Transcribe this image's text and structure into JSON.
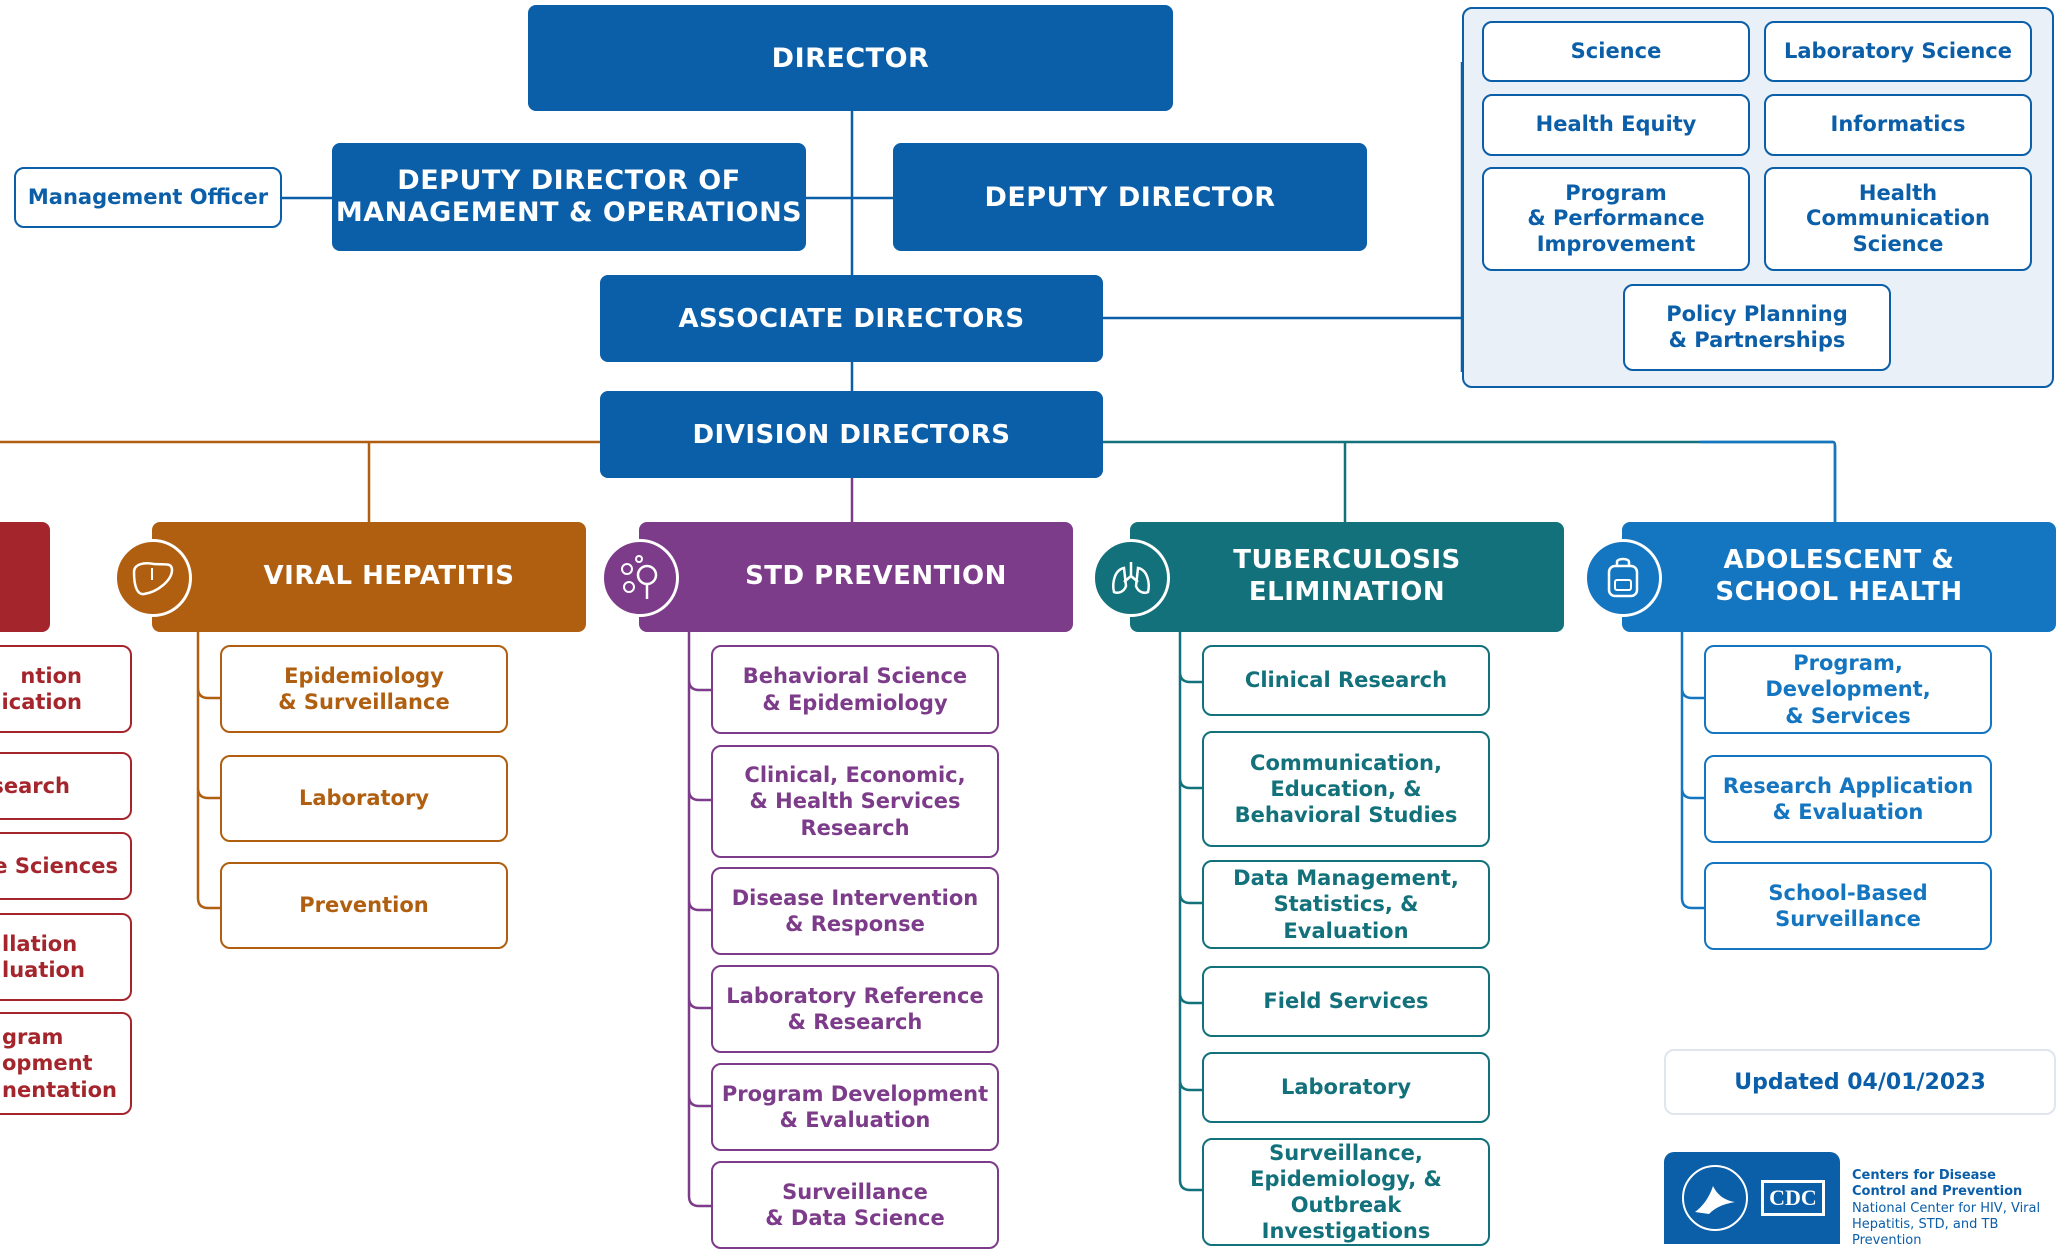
{
  "colors": {
    "navy": "#0b5ea8",
    "hiv": "#a4262c",
    "viral_hepatitis": "#b05f10",
    "std_prevention": "#7d3c8a",
    "tuberculosis": "#12717a",
    "adolescent": "#1475c0",
    "assoc_panel_bg": "#e9f0f7"
  },
  "leadership": {
    "director": "DIRECTOR",
    "deputy_mgmt_line1": "DEPUTY DIRECTOR OF",
    "deputy_mgmt_line2": "MANAGEMENT & OPERATIONS",
    "deputy_director": "DEPUTY DIRECTOR",
    "management_officer": "Management Officer",
    "associate_directors": "ASSOCIATE DIRECTORS",
    "division_directors": "DIVISION DIRECTORS"
  },
  "associate_offices": {
    "science": "Science",
    "laboratory_science": "Laboratory Science",
    "health_equity": "Health Equity",
    "informatics": "Informatics",
    "program_l1": "Program",
    "program_l2": "& Performance",
    "program_l3": "Improvement",
    "hcs_l1": "Health",
    "hcs_l2": "Communication",
    "hcs_l3": "Science",
    "policy_l1": "Policy Planning",
    "policy_l2": "& Partnerships"
  },
  "divisions": {
    "hiv_partial": {
      "icon": "hiv-division-icon",
      "branches": [
        {
          "l1": "ntion",
          "l2": "nication"
        },
        {
          "l1": "search",
          "l2": ""
        },
        {
          "l1": "re Sciences",
          "l2": ""
        },
        {
          "l1": "llation",
          "l2": "luation"
        },
        {
          "l1": "gram",
          "l2": "opment",
          "l3": "nentation"
        }
      ]
    },
    "viral_hepatitis": {
      "title": "VIRAL HEPATITIS",
      "icon": "liver-icon",
      "branches": [
        {
          "l1": "Epidemiology",
          "l2": "& Surveillance"
        },
        {
          "l1": "Laboratory"
        },
        {
          "l1": "Prevention"
        }
      ]
    },
    "std_prevention": {
      "title": "STD PREVENTION",
      "icon": "microscope-bacteria-icon",
      "branches": [
        {
          "l1": "Behavioral Science",
          "l2": "& Epidemiology"
        },
        {
          "l1": "Clinical, Economic,",
          "l2": "& Health Services",
          "l3": "Research"
        },
        {
          "l1": "Disease Intervention",
          "l2": "& Response"
        },
        {
          "l1": "Laboratory Reference",
          "l2": "& Research"
        },
        {
          "l1": "Program Development",
          "l2": "& Evaluation"
        },
        {
          "l1": "Surveillance",
          "l2": "& Data Science"
        }
      ]
    },
    "tuberculosis": {
      "title_l1": "TUBERCULOSIS",
      "title_l2": "ELIMINATION",
      "icon": "lungs-icon",
      "branches": [
        {
          "l1": "Clinical Research"
        },
        {
          "l1": "Communication,",
          "l2": "Education, &",
          "l3": "Behavioral Studies"
        },
        {
          "l1": "Data Management,",
          "l2": "Statistics, & Evaluation"
        },
        {
          "l1": "Field Services"
        },
        {
          "l1": "Laboratory"
        },
        {
          "l1": "Surveillance,",
          "l2": "Epidemiology, &",
          "l3": "Outbreak Investigations"
        }
      ]
    },
    "adolescent": {
      "title_l1": "ADOLESCENT &",
      "title_l2": "SCHOOL HEALTH",
      "icon": "backpack-icon",
      "branches": [
        {
          "l1": "Program, Development,",
          "l2": "& Services"
        },
        {
          "l1": "Research Application",
          "l2": "& Evaluation"
        },
        {
          "l1": "School-Based",
          "l2": "Surveillance"
        }
      ]
    }
  },
  "footer": {
    "updated": "Updated 04/01/2023",
    "cdc_logo": "CDC",
    "org_l1": "Centers for Disease",
    "org_l2": "Control and Prevention",
    "org_l3": "National Center for HIV, Viral",
    "org_l4": "Hepatitis, STD, and TB Prevention"
  }
}
